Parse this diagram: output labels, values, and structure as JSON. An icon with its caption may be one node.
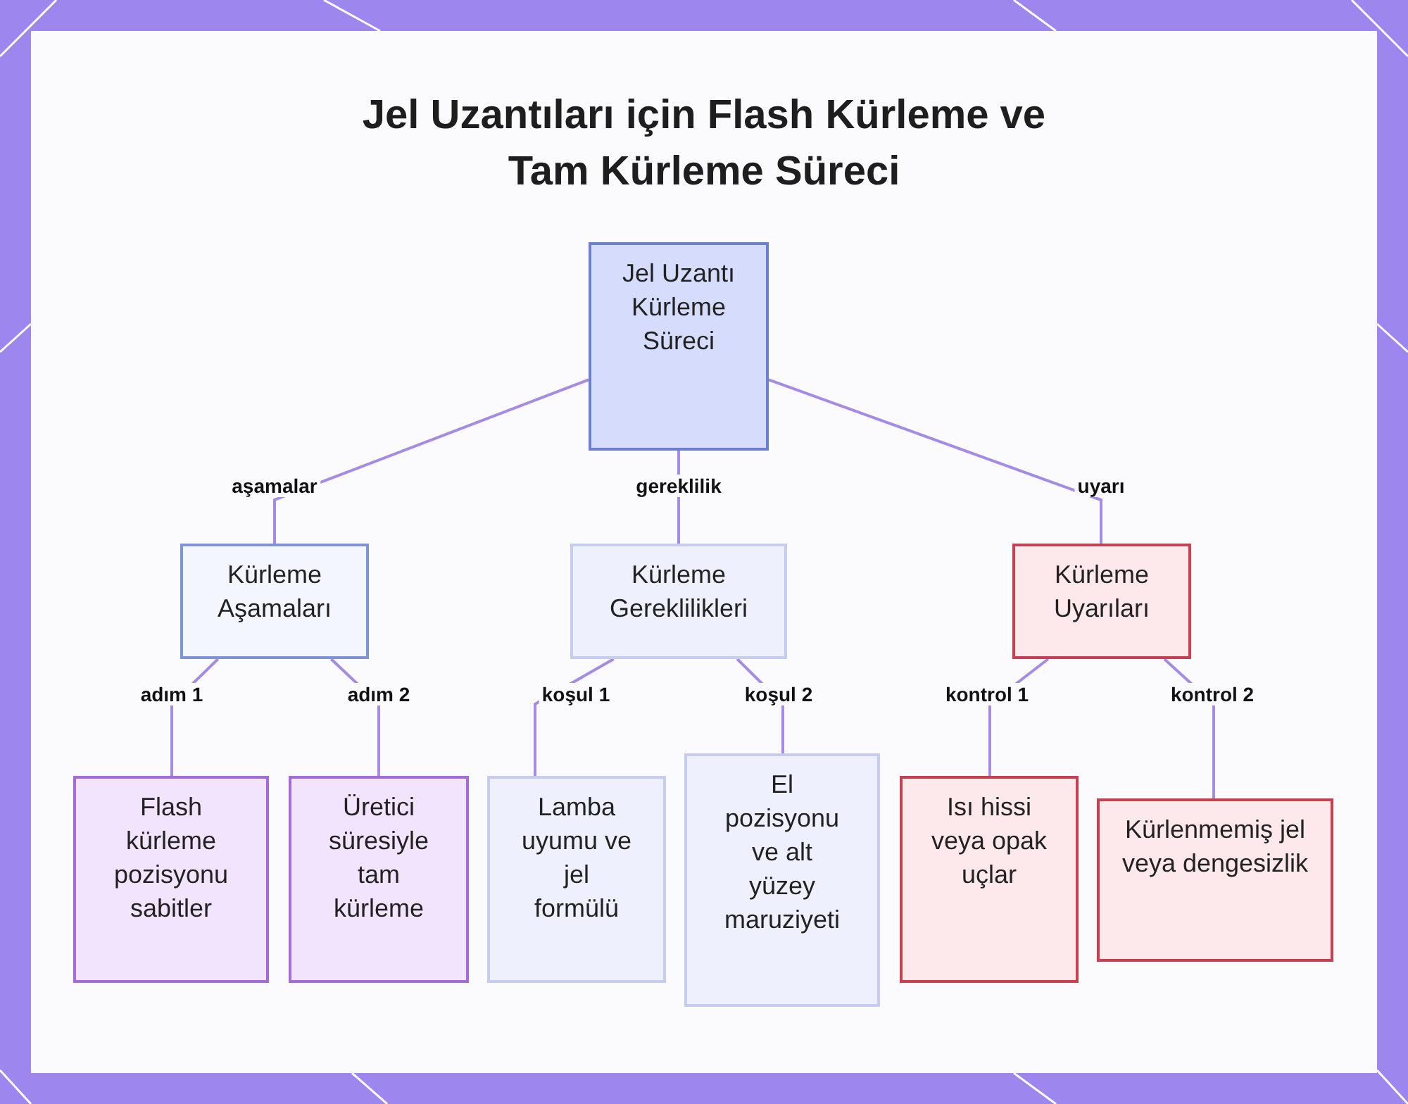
{
  "diagram": {
    "title": "Jel Uzantıları için Flash Kürleme ve Tam Kürleme Süreci",
    "nodes": [
      {
        "text": [
          "Jel Uzantı Kürleme Süreci"
        ]
      },
      {
        "text": [
          "Kürleme Aşamaları"
        ]
      },
      {
        "text": [
          "Kürleme Gereklilikleri"
        ]
      },
      {
        "text": [
          "Kürleme Uyarıları"
        ]
      },
      {
        "text": [
          "Flash kürleme pozisyonu sabitler"
        ]
      },
      {
        "text": [
          "Üretici süresiyle tam kürleme"
        ]
      },
      {
        "text": [
          "Lamba uyumu ve jel formülü"
        ]
      },
      {
        "text": [
          "El pozisyonu ve alt yüzey maruziyeti"
        ]
      },
      {
        "text": [
          "Isı hissi veya opak uçlar"
        ]
      },
      {
        "text": [
          "Kürlenmemiş jel veya dengesizlik"
        ]
      }
    ],
    "edges": [
      {
        "from": 0,
        "to": 1,
        "label": "aşamalar",
        "arrow": "none"
      },
      {
        "from": 0,
        "to": 2,
        "label": "gereklilik",
        "arrow": "none"
      },
      {
        "from": 0,
        "to": 3,
        "label": "uyarı",
        "arrow": "none"
      },
      {
        "from": 1,
        "to": 4,
        "label": "adım 1",
        "arrow": "none"
      },
      {
        "from": 1,
        "to": 5,
        "label": "adım 2",
        "arrow": "none"
      },
      {
        "from": 2,
        "to": 6,
        "label": "koşul 1",
        "arrow": "none"
      },
      {
        "from": 2,
        "to": 7,
        "label": "koşul 2",
        "arrow": "none"
      },
      {
        "from": 3,
        "to": 8,
        "label": "kontrol 1",
        "arrow": "none"
      },
      {
        "from": 3,
        "to": 9,
        "label": "kontrol 2",
        "arrow": "none"
      }
    ]
  }
}
